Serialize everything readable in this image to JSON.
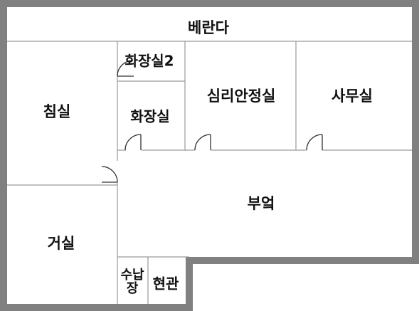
{
  "rooms": {
    "veranda": "베란다",
    "bedroom": "침실",
    "restroom_2": "화장실2",
    "restroom": "화장실",
    "counseling_room": "심리안정실",
    "office": "사무실",
    "kitchen": "부엌",
    "living_room": "거실",
    "storage": "수납\n장",
    "entrance": "현관"
  },
  "colors": {
    "outer_wall": "#808080",
    "inner_line": "#9a9a9a",
    "door": "#333333",
    "background": "#ffffff"
  }
}
